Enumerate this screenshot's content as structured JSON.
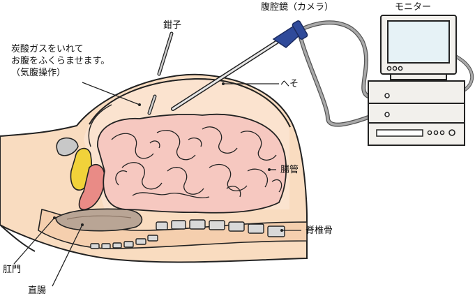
{
  "labels": {
    "laparoscope": "腹腔鏡（カメラ）",
    "monitor": "モニター",
    "forceps": "鉗子",
    "co2_note": "炭酸ガスをいれて\nお腹をふくらませます。\n（気腹操作）",
    "navel": "へそ",
    "intestine": "腸管",
    "spine": "脊椎骨",
    "anus": "肛門",
    "rectum": "直腸"
  },
  "colors": {
    "skin": "#f9dcc0",
    "body_outline": "#222222",
    "cavity": "#fbe3cf",
    "intestine": "#f6c8c0",
    "scope": "#2f4a9a",
    "cable": "#8a8a8a",
    "device": "#f2f0ec",
    "screen": "#e6f2f6",
    "bladder": "#f1d23a",
    "uterus": "#e98b86",
    "rectum": "#b9a595",
    "vertebra": "#d9d9d9"
  }
}
